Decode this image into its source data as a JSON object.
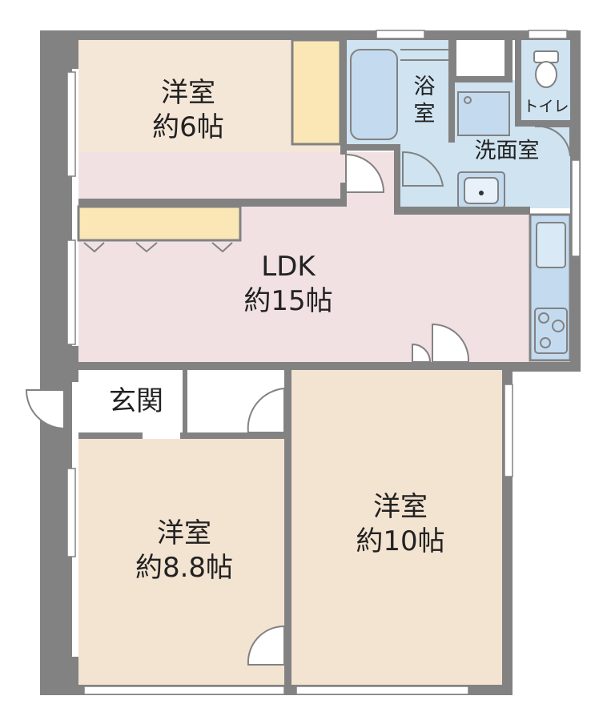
{
  "rooms": {
    "western_6": {
      "name": "洋室",
      "size": "約6帖"
    },
    "ldk": {
      "name": "LDK",
      "size": "約15帖"
    },
    "bath": {
      "name": "浴\n室"
    },
    "washroom": {
      "name": "洗面室"
    },
    "toilet": {
      "name": "トイレ"
    },
    "entrance": {
      "name": "玄関"
    },
    "western_88": {
      "name": "洋室",
      "size": "約8.8帖"
    },
    "western_10": {
      "name": "洋室",
      "size": "約10帖"
    }
  },
  "colors": {
    "wall": "#828283",
    "western_floor": "#f5e7d8",
    "western_floor_2": "#f3e3d1",
    "ldk_floor": "#f1e1e3",
    "wet_area": "#cfe3f1",
    "fixture": "#c4dbef",
    "closet": "#fbe6b6",
    "entrance": "#ffffff"
  }
}
